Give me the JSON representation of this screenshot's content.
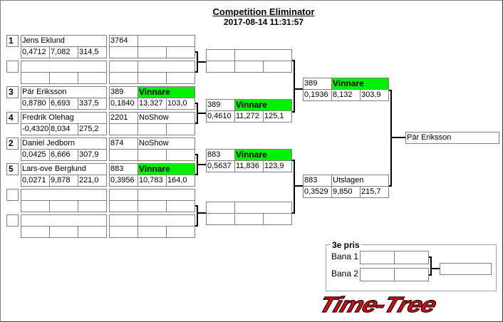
{
  "header": {
    "title": "Competition Eliminator",
    "datetime": "2017-08-14 11:31:57"
  },
  "round1": [
    {
      "seed": "1",
      "name": "Jens Eklund",
      "rt": "0,4712",
      "et": "7,082",
      "speed": "314,5",
      "lane": {
        "num": "3764",
        "status": "",
        "win": false,
        "rt": "",
        "et": "",
        "speed": ""
      }
    },
    {
      "seed": "",
      "name": "",
      "rt": "",
      "et": "",
      "speed": "",
      "lane": {
        "num": "",
        "status": "",
        "win": false,
        "rt": "",
        "et": "",
        "speed": ""
      }
    },
    {
      "seed": "3",
      "name": "Pär Eriksson",
      "rt": "0,8780",
      "et": "6,693",
      "speed": "337,5",
      "lane": {
        "num": "389",
        "status": "Vinnare",
        "win": true,
        "rt": "0,1840",
        "et": "13,327",
        "speed": "103,0"
      }
    },
    {
      "seed": "4",
      "name": "Fredrik Olehag",
      "rt": "-0,4320",
      "et": "8,034",
      "speed": "275,2",
      "lane": {
        "num": "2201",
        "status": "NoShow",
        "win": false,
        "rt": "",
        "et": "",
        "speed": ""
      }
    },
    {
      "seed": "2",
      "name": "Daniel Jedborn",
      "rt": "0,0425",
      "et": "6,666",
      "speed": "307,9",
      "lane": {
        "num": "874",
        "status": "NoShow",
        "win": false,
        "rt": "",
        "et": "",
        "speed": ""
      }
    },
    {
      "seed": "5",
      "name": "Lars-ove Berglund",
      "rt": "0,0271",
      "et": "9,878",
      "speed": "221,0",
      "lane": {
        "num": "883",
        "status": "Vinnare",
        "win": true,
        "rt": "0,3956",
        "et": "10,783",
        "speed": "164,0"
      }
    },
    {
      "seed": "",
      "name": "",
      "rt": "",
      "et": "",
      "speed": "",
      "lane": {
        "num": "",
        "status": "",
        "win": false,
        "rt": "",
        "et": "",
        "speed": ""
      }
    },
    {
      "seed": "",
      "name": "",
      "rt": "",
      "et": "",
      "speed": "",
      "lane": {
        "num": "",
        "status": "",
        "win": false,
        "rt": "",
        "et": "",
        "speed": ""
      }
    }
  ],
  "round2": [
    {
      "num": "",
      "status": "",
      "win": false,
      "rt": "",
      "et": "",
      "speed": ""
    },
    {
      "num": "389",
      "status": "Vinnare",
      "win": true,
      "rt": "0,4610",
      "et": "11,272",
      "speed": "125,1"
    },
    {
      "num": "883",
      "status": "Vinnare",
      "win": true,
      "rt": "0,5637",
      "et": "11,836",
      "speed": "123,9"
    },
    {
      "num": "",
      "status": "",
      "win": false,
      "rt": "",
      "et": "",
      "speed": ""
    }
  ],
  "round3": [
    {
      "num": "389",
      "status": "Vinnare",
      "win": true,
      "rt": "0,1936",
      "et": "8,132",
      "speed": "303,9"
    },
    {
      "num": "883",
      "status": "Utslagen",
      "win": false,
      "rt": "0,3529",
      "et": "9,850",
      "speed": "215,7"
    }
  ],
  "final": {
    "winner": "Pär Eriksson"
  },
  "third_place": {
    "label": "3e pris",
    "lane1": "Bana 1",
    "lane2": "Bana 2"
  },
  "logo": {
    "text": "Time-Tree"
  },
  "colors": {
    "winner": "#00f000",
    "logo": "#d0101a"
  }
}
